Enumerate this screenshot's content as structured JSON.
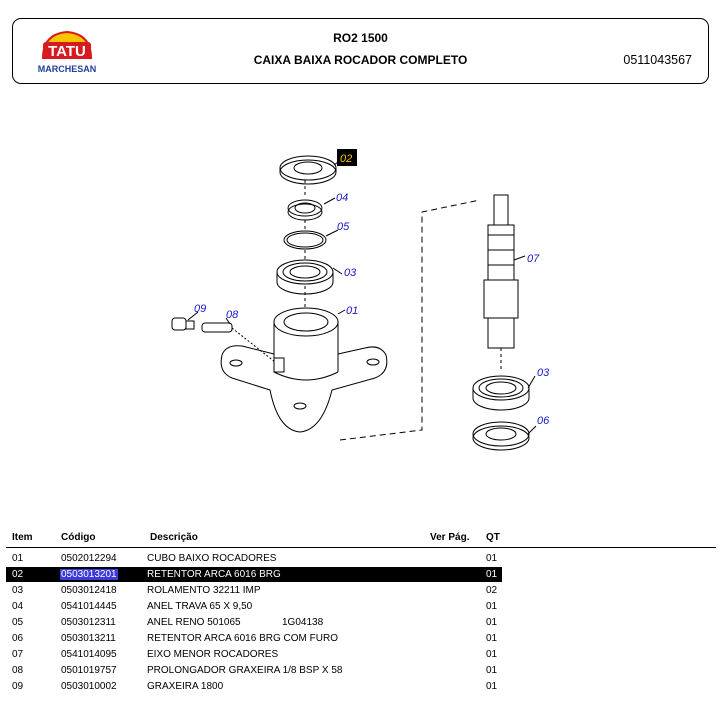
{
  "header": {
    "logo_top": "TATU",
    "logo_bottom": "MARCHESAN",
    "model": "RO2 1500",
    "assembly": "CAIXA BAIXA ROCADOR COMPLETO",
    "doc_number": "0511043567"
  },
  "colors": {
    "selection_bar": "#000000",
    "selected_code": "#3b3bd8",
    "callout_text": "#1818c8",
    "logo_red": "#d71920",
    "logo_blue": "#1f3f9a",
    "logo_yellow": "#f7c600"
  },
  "diagram": {
    "callouts": [
      "02",
      "04",
      "05",
      "03",
      "01",
      "09",
      "08",
      "07",
      "03",
      "06"
    ],
    "highlighted": "02"
  },
  "table": {
    "headers": {
      "item": "Item",
      "code": "Código",
      "description": "Descrição",
      "ver_pag": "Ver Pág.",
      "qt": "QT"
    },
    "selected_index": 1,
    "rows": [
      {
        "item": "01",
        "code": "0502012294",
        "description": "CUBO BAIXO ROCADORES",
        "ref": "",
        "qt": "01"
      },
      {
        "item": "02",
        "code": "0503013201",
        "description": "RETENTOR ARCA 6016 BRG",
        "ref": "",
        "qt": "01"
      },
      {
        "item": "03",
        "code": "0503012418",
        "description": "ROLAMENTO 32211 IMP",
        "ref": "",
        "qt": "02"
      },
      {
        "item": "04",
        "code": "0541014445",
        "description": "ANEL TRAVA 65 X 9,50",
        "ref": "",
        "qt": "01"
      },
      {
        "item": "05",
        "code": "0503012311",
        "description": "ANEL RENO 501065",
        "ref": "1G04138",
        "qt": "01"
      },
      {
        "item": "06",
        "code": "0503013211",
        "description": "RETENTOR ARCA 6016 BRG COM FURO",
        "ref": "",
        "qt": "01"
      },
      {
        "item": "07",
        "code": "0541014095",
        "description": "EIXO MENOR ROCADORES",
        "ref": "",
        "qt": "01"
      },
      {
        "item": "08",
        "code": "0501019757",
        "description": "PROLONGADOR GRAXEIRA 1/8 BSP X 58",
        "ref": "",
        "qt": "01"
      },
      {
        "item": "09",
        "code": "0503010002",
        "description": "GRAXEIRA 1800",
        "ref": "",
        "qt": "01"
      }
    ]
  }
}
